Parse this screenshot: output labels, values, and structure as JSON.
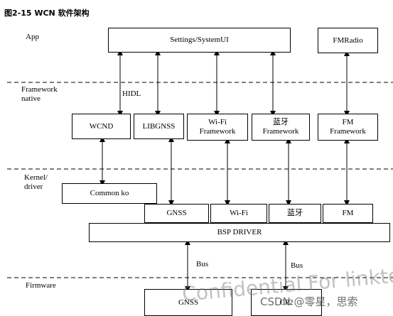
{
  "title": "图2-15 WCN 软件架构",
  "layers": {
    "app": "App",
    "framework": "Framework\nnative",
    "kernel": "Kernel/\ndriver",
    "firmware": "Firmware"
  },
  "boxes": {
    "settings": "Settings/SystemUI",
    "fmradio": "FMRadio",
    "wcnd": "WCND",
    "libgnss": "LIBGNSS",
    "wifi_fw": "Wi-Fi\nFramework",
    "bt_fw": "蓝牙\nFramework",
    "fm_fw": "FM\nFramework",
    "common_ko": "Common ko",
    "gnss_drv": "GNSS",
    "wifi_drv": "Wi-Fi",
    "bt_drv": "蓝牙",
    "fm_drv": "FM",
    "bsp": "BSP DRIVER",
    "gnss_fw": "GNSS",
    "cp2_fw": "CP2"
  },
  "edge_labels": {
    "hidl": "HIDL",
    "bus1": "Bus",
    "bus2": "Bus"
  },
  "watermarks": {
    "text1": "Confidential For linkte",
    "text2": "CSDN @零星，思索"
  }
}
